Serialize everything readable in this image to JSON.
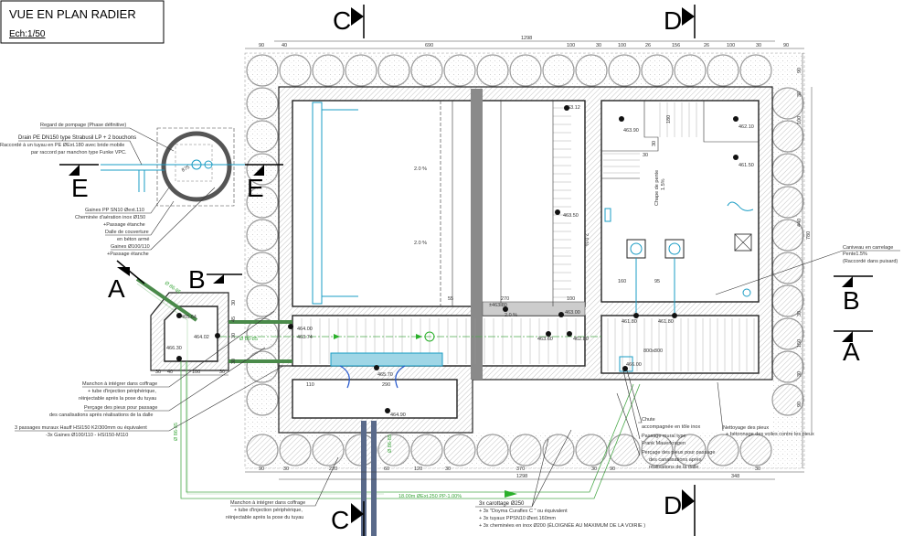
{
  "title": {
    "main": "VUE EN PLAN RADIER",
    "scale": "Ech:1/50"
  },
  "sections": {
    "c": "C",
    "d": "D",
    "e": "E",
    "a": "A",
    "b": "B"
  },
  "dims_top": {
    "total": "1298",
    "segments": [
      "90",
      "40",
      "690",
      "100",
      "30",
      "100",
      "26",
      "156",
      "26",
      "100",
      "30",
      "90"
    ]
  },
  "dims_bottom": {
    "total": "1298",
    "segments": [
      "90",
      "30",
      "220",
      "60",
      "120",
      "30",
      "370",
      "30",
      "90"
    ],
    "right": "348",
    "right2": "30"
  },
  "dims_right": {
    "segments": [
      "90",
      "30",
      "100",
      "440",
      "30",
      "150",
      "30",
      "90"
    ],
    "total": "780"
  },
  "dims_left_chamber": [
    "30",
    "40",
    "100",
    "30"
  ],
  "dims_left_chamber_v": [
    "30",
    "45",
    "30",
    "30"
  ],
  "dims_interior": {
    "d55": "55",
    "d270": "270",
    "d100": "100",
    "d110": "110",
    "d290": "290",
    "d180": "180",
    "d30a": "30",
    "d30b": "30",
    "d160": "160",
    "d95": "95",
    "d800": "800x800",
    "d100b": "100"
  },
  "slopes": {
    "s1": "2.0 %",
    "s2": "2.0 %",
    "s3": "2.0 %",
    "s4": "2.0 %",
    "chape": "Chape de pente",
    "chape_val": "1.5%"
  },
  "levels": [
    "463.12",
    "463.90",
    "462.10",
    "461.50",
    "463.50",
    "463.00",
    "463.60",
    "462.80",
    "±463.80",
    "464.00",
    "463.74",
    "465.64",
    "464.02",
    "466.30",
    "465.70",
    "464.90",
    "461.80",
    "461.80",
    "466.00"
  ],
  "pipe_labels": {
    "p1": "Ø 86-85",
    "p2": "Ø 86-85",
    "p3": "Ø 86-85",
    "p4": "Ø 86-85",
    "main": "18.00m ØExt.250 PP-1.00%",
    "manhole": "875"
  },
  "notes": {
    "regard": [
      "Regard de pompage (Phase définitive)"
    ],
    "drain": [
      "Drain  PE DN150 type Strabusil LP + 2 bouchons",
      "Raccordé à un tuyau  en PE ØExt.180 avec bride mobile",
      "par raccord par manchon type Funke VPC."
    ],
    "gaines_pp": [
      "Gaines PP SN10 Øext.110",
      "Cheminée d'aération inox Ø150",
      "+Passage étanche"
    ],
    "dalle": [
      "Dalle de couverture",
      "en béton armé"
    ],
    "gaines": [
      "Gaines Ø100/110",
      "+Passage étanche"
    ],
    "manchon1": [
      "Manchon à intégrer dans coffrage",
      "+ tube d'injection périphérique,",
      "réinjectable après la pose du tuyau"
    ],
    "percage1": [
      "Perçage des pieux pour passage",
      "des canalisations après réalisations de la dalle"
    ],
    "passages": [
      "3 passages muraux Hauff HSI150  K2/300mm  ou équivalent",
      "-3x Gaines Ø100/110 - HSI150-M110"
    ],
    "manchon2": [
      "Manchon à intégrer dans coffrage",
      "+ tube d'injection périphérique,",
      "réinjectable après la pose du tuyau"
    ],
    "carottage": [
      "3x carottage Ø250",
      "+ 3x \"Doyma Curaflex C \" ou équivalent",
      "+ 3x tuyaux PPSN10 Øext.160mm",
      "+ 3x cheminées en inox Ø200 (ÉLOIGNÉE  AU MAXIMUM DE  LA VOIRIE )"
    ],
    "chute": [
      "Chute",
      "accompagnée en tôle inox"
    ],
    "passage_mural": [
      "Passage mural type",
      "Frank Mauerkragen"
    ],
    "percage2": [
      "Perçage des pieux pour passage",
      "des canalisations après",
      "réalisations de la dalle"
    ],
    "nettoyage": [
      "Nettoyage des pieux",
      "+ bétonnage des voiles contre les pieux"
    ],
    "caniveau": [
      "Caniveau en carrelage",
      "Pente1.5%",
      "(Raccordé dans puisard)"
    ]
  },
  "colors": {
    "cyan": "#1a9cc4",
    "green": "#4caa4c",
    "column": "#8a8a8a",
    "blue_arrow": "#2255cc"
  }
}
